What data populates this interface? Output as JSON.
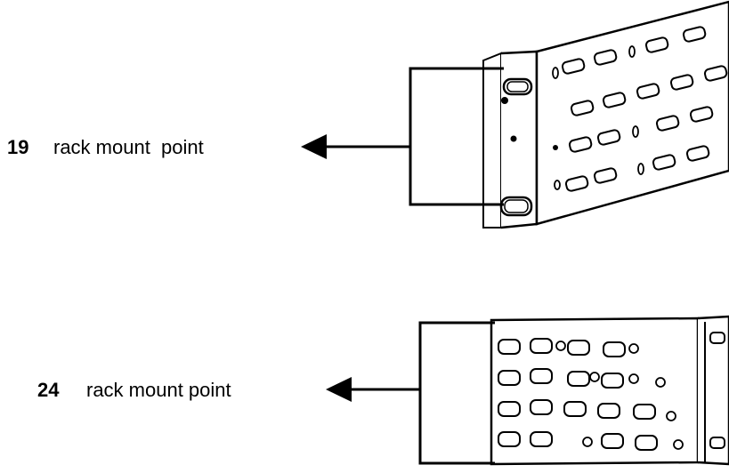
{
  "callouts": {
    "top": {
      "number": "19",
      "text": "rack mount  point"
    },
    "bottom": {
      "number": "24",
      "text": "rack mount point"
    }
  },
  "colors": {
    "line": "#000000",
    "background": "#ffffff"
  }
}
